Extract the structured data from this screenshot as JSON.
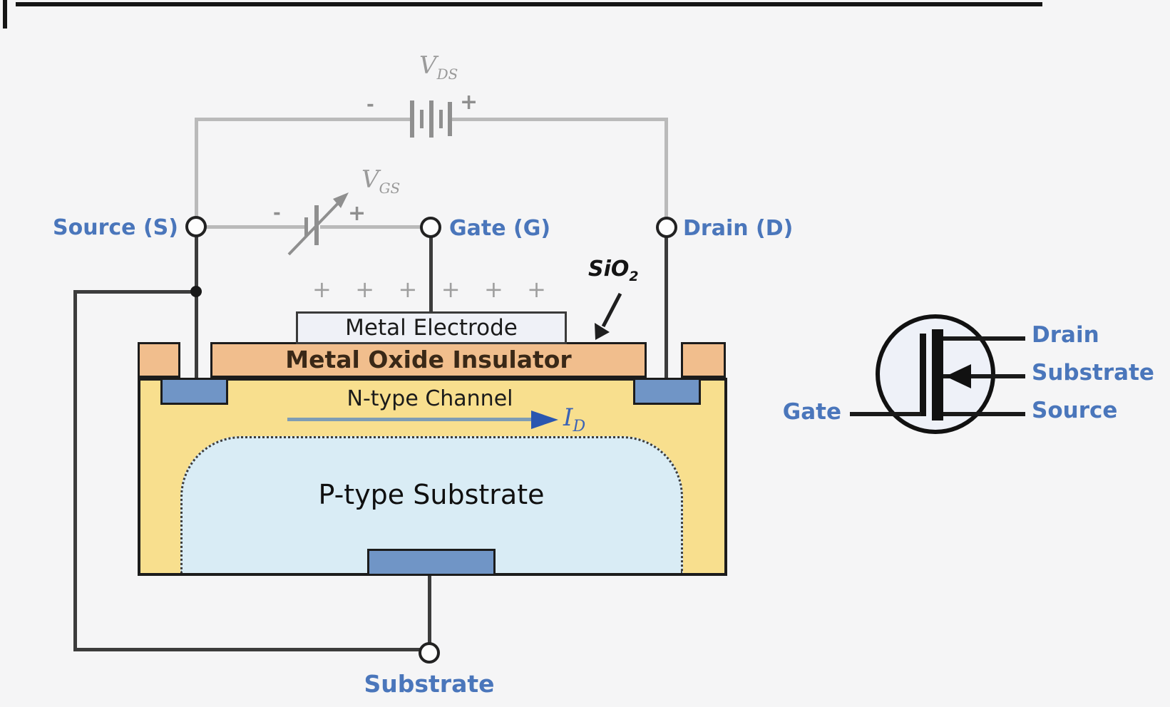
{
  "colors": {
    "background": "#f5f5f6",
    "body-yellow": "#F8DF8E",
    "oxide-orange": "#F1BE8D",
    "contact-blue": "#7095C6",
    "p-substrate-blue": "#D9ECF5",
    "label-blue": "#4A76BB",
    "wire-gray": "#BABABA",
    "wire-dark": "#3C3C3C",
    "battery-gray": "#8F8F8F",
    "current-blue": "#2A56B0",
    "oxide-text-brown": "#3A2817",
    "electrode-fill": "#EFF1F7",
    "symbol-fill": "#EEF1F8",
    "outline-dark": "#1C1C1C"
  },
  "circuit": {
    "vds": {
      "symbol": "V",
      "sub": "DS",
      "minus": "-",
      "plus": "+"
    },
    "vgs": {
      "symbol": "V",
      "sub": "GS",
      "minus": "-",
      "plus": "+"
    },
    "terminals": {
      "source": "Source (S)",
      "gate": "Gate (G)",
      "drain": "Drain (D)",
      "substrate": "Substrate"
    }
  },
  "device": {
    "metal_electrode": "Metal Electrode",
    "metal_oxide_insulator": "Metal Oxide Insulator",
    "n_type_channel": "N-type Channel",
    "p_type_substrate": "P-type Substrate",
    "sio2": {
      "text": "SiO",
      "sub": "2"
    },
    "drain_current": {
      "text": "I",
      "sub": "D"
    },
    "charges": [
      "+",
      "+",
      "+",
      "+",
      "+",
      "+"
    ]
  },
  "symbol": {
    "gate": "Gate",
    "drain": "Drain",
    "substrate": "Substrate",
    "source": "Source"
  }
}
